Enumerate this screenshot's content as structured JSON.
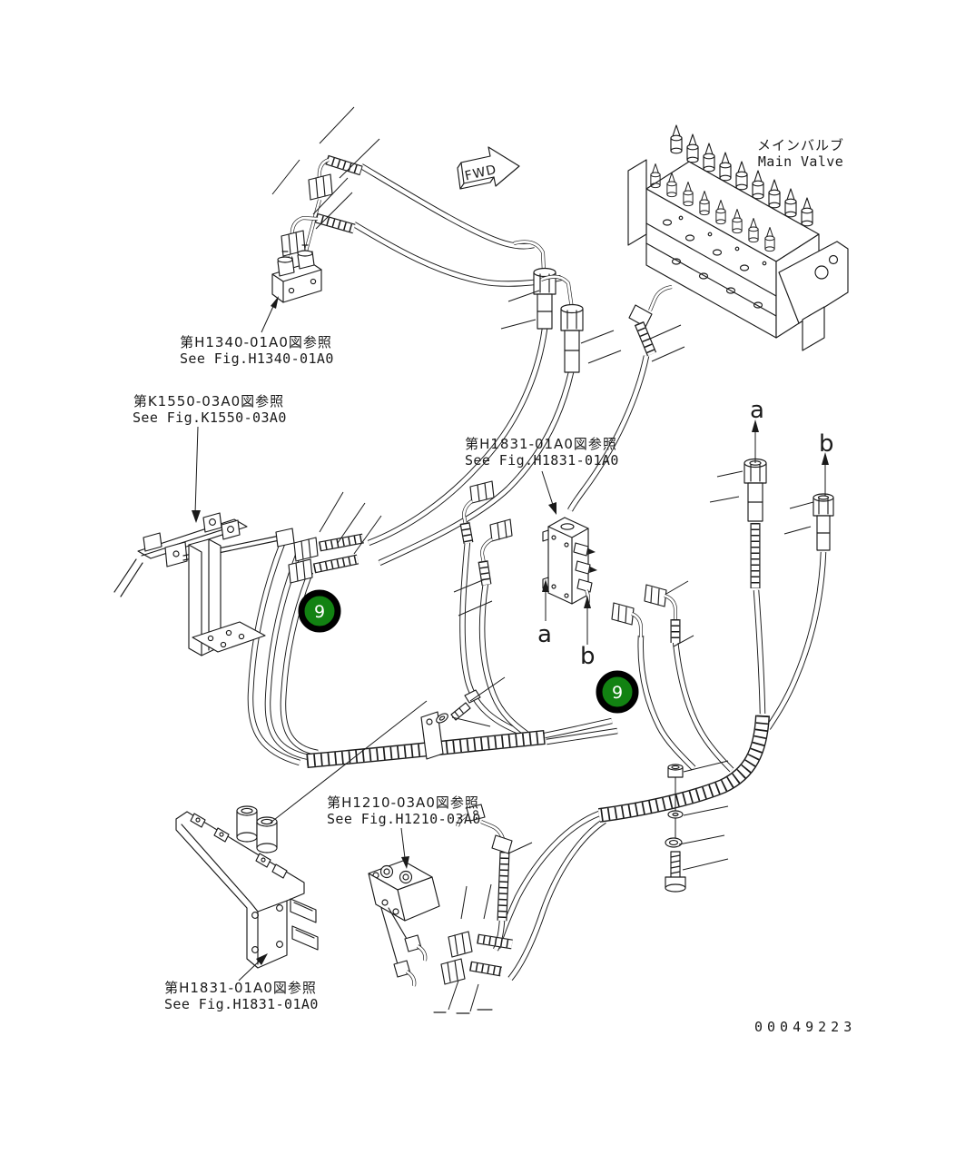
{
  "doc": {
    "part_number": "00049223",
    "background": "#ffffff",
    "line_color": "#1a1a1a",
    "callout_fill": "#128212",
    "callout_text_color": "#ffffff"
  },
  "labels": {
    "main_valve_jp": "メインバルブ",
    "main_valve_en": "Main Valve",
    "fwd": "FWD",
    "ref_h1340_jp": "第H1340-01A0図参照",
    "ref_h1340_en": "See Fig.H1340-01A0",
    "ref_k1550_jp": "第K1550-03A0図参照",
    "ref_k1550_en": "See Fig.K1550-03A0",
    "ref_h1831_mid_jp": "第H1831-01A0図参照",
    "ref_h1831_mid_en": "See Fig.H1831-01A0",
    "ref_h1210_jp": "第H1210-03A0図参照",
    "ref_h1210_en": "See Fig.H1210-03A0",
    "ref_h1831_btm_jp": "第H1831-01A0図参照",
    "ref_h1831_btm_en": "See Fig.H1831-01A0",
    "port_a_right": "a",
    "port_b_right": "b",
    "port_a_mid": "a",
    "port_b_mid": "b",
    "callout_1": "9",
    "callout_2": "9"
  }
}
